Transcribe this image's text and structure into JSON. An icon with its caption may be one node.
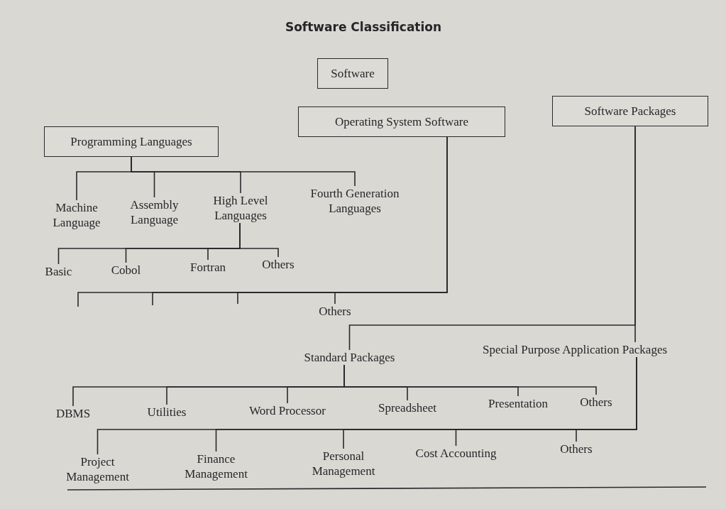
{
  "diagram": {
    "title": "Software Classification",
    "nodes": [
      {
        "text": [
          "Software"
        ]
      },
      {
        "text": [
          "Programming Languages"
        ]
      },
      {
        "text": [
          "Operating System Software"
        ]
      },
      {
        "text": [
          "Software Packages"
        ]
      },
      {
        "text": [
          "Machine Language"
        ]
      },
      {
        "text": [
          "Assembly Language"
        ]
      },
      {
        "text": [
          "High Level Languages"
        ]
      },
      {
        "text": [
          "Fourth Generation Languages"
        ]
      },
      {
        "text": [
          "Basic"
        ]
      },
      {
        "text": [
          "Cobol"
        ]
      },
      {
        "text": [
          "Fortran"
        ]
      },
      {
        "text": [
          "Others"
        ]
      },
      {
        "text": [
          "Others"
        ]
      },
      {
        "text": [
          "Standard Packages"
        ]
      },
      {
        "text": [
          "Special Purpose Application Packages"
        ]
      },
      {
        "text": [
          "DBMS"
        ]
      },
      {
        "text": [
          "Utilities"
        ]
      },
      {
        "text": [
          "Word Processor"
        ]
      },
      {
        "text": [
          "Spreadsheet"
        ]
      },
      {
        "text": [
          "Presentation"
        ]
      },
      {
        "text": [
          "Others"
        ]
      },
      {
        "text": [
          "Project Management"
        ]
      },
      {
        "text": [
          "Finance Management"
        ]
      },
      {
        "text": [
          "Personal Management"
        ]
      },
      {
        "text": [
          "Cost Accounting"
        ]
      },
      {
        "text": [
          "Others"
        ]
      }
    ],
    "edges": [
      {
        "from": 1,
        "to": 4,
        "arrow": "none"
      },
      {
        "from": 1,
        "to": 5,
        "arrow": "none"
      },
      {
        "from": 1,
        "to": 6,
        "arrow": "none"
      },
      {
        "from": 1,
        "to": 7,
        "arrow": "none"
      },
      {
        "from": 6,
        "to": 8,
        "arrow": "none"
      },
      {
        "from": 6,
        "to": 9,
        "arrow": "none"
      },
      {
        "from": 6,
        "to": 10,
        "arrow": "none"
      },
      {
        "from": 6,
        "to": 11,
        "arrow": "none"
      },
      {
        "from": 2,
        "to": null,
        "arrow": "none"
      },
      {
        "from": 2,
        "to": null,
        "arrow": "none"
      },
      {
        "from": 2,
        "to": null,
        "arrow": "none"
      },
      {
        "from": 2,
        "to": 12,
        "arrow": "none"
      },
      {
        "from": 3,
        "to": 13,
        "arrow": "none"
      },
      {
        "from": 3,
        "to": 14,
        "arrow": "none"
      },
      {
        "from": 13,
        "to": 15,
        "arrow": "none"
      },
      {
        "from": 13,
        "to": 16,
        "arrow": "none"
      },
      {
        "from": 13,
        "to": 17,
        "arrow": "none"
      },
      {
        "from": 13,
        "to": 18,
        "arrow": "none"
      },
      {
        "from": 13,
        "to": 19,
        "arrow": "none"
      },
      {
        "from": 13,
        "to": 20,
        "arrow": "none"
      },
      {
        "from": 14,
        "to": 21,
        "arrow": "none"
      },
      {
        "from": 14,
        "to": 22,
        "arrow": "none"
      },
      {
        "from": 14,
        "to": 23,
        "arrow": "none"
      },
      {
        "from": 14,
        "to": 24,
        "arrow": "none"
      },
      {
        "from": 14,
        "to": 25,
        "arrow": "none"
      }
    ]
  }
}
